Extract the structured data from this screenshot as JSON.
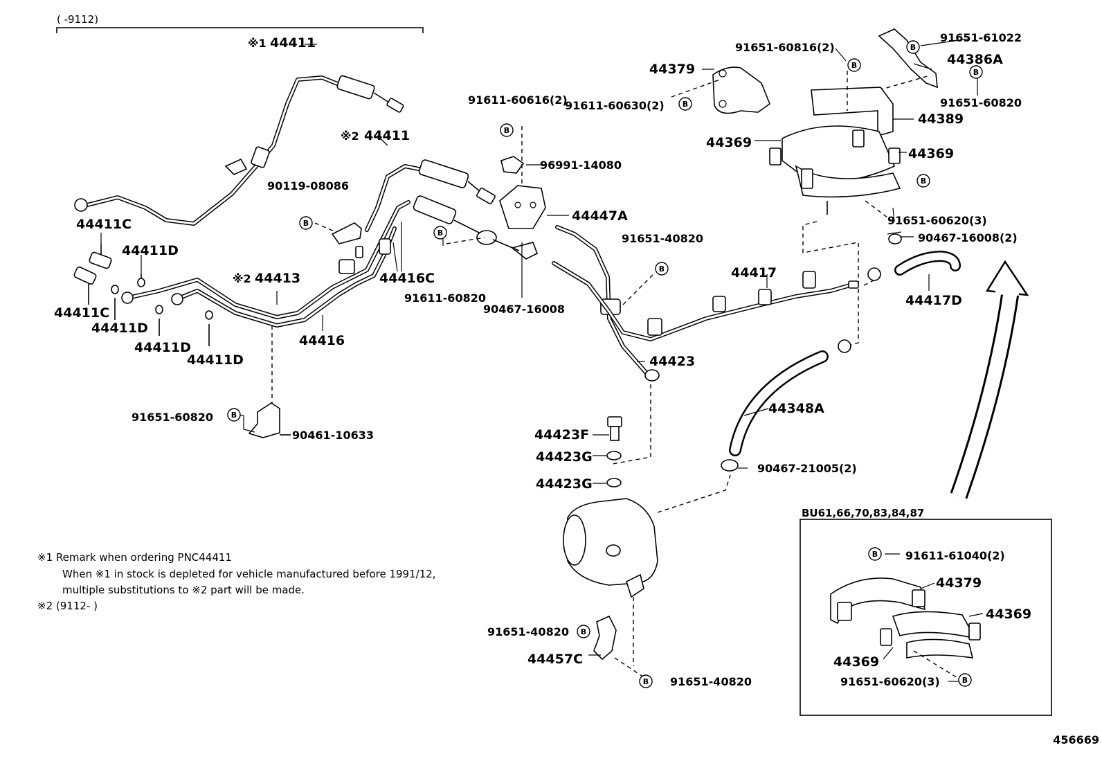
{
  "range_note": "(      -9112)",
  "callout_prefix_1": "※1",
  "callout_prefix_2": "※2",
  "bolt_symbol": "B",
  "labels": {
    "p44411_top": "44411",
    "p44411_mid": "44411",
    "p44411c_a": "44411C",
    "p44411c_b": "44411C",
    "p44411d_a": "44411D",
    "p44411d_b": "44411D",
    "p44411d_c": "44411D",
    "p44411d_d": "44411D",
    "p44413": "44413",
    "p44416": "44416",
    "p44416c": "44416C",
    "p90119": "90119-08086",
    "p91611_60820": "91611-60820",
    "p90467_16008_a": "90467-16008",
    "p91651_60820_a": "91651-60820",
    "p90461": "90461-10633",
    "p91611_60616": "91611-60616(2)",
    "p96991": "96991-14080",
    "p44447a": "44447A",
    "p91651_40820_a": "91651-40820",
    "p44423": "44423",
    "p44423f": "44423F",
    "p44423g_a": "44423G",
    "p44423g_b": "44423G",
    "p91651_40820_b": "91651-40820",
    "p44457c": "44457C",
    "p91651_40820_c": "91651-40820",
    "p44379": "44379",
    "p91611_60630": "91611-60630(2)",
    "p91651_60816": "91651-60816(2)",
    "p91651_61022": "91651-61022",
    "p44386a": "44386A",
    "p91651_60820_b": "91651-60820",
    "p44389": "44389",
    "p44369_a": "44369",
    "p44369_b": "44369",
    "p91651_60620": "91651-60620(3)",
    "p90467_16008_b": "90467-16008(2)",
    "p44417": "44417",
    "p44417d": "44417D",
    "p44348a": "44348A",
    "p90467_21005": "90467-21005(2)"
  },
  "inset": {
    "title": "BU61,66,70,83,84,87",
    "p91611_61040": "91611-61040(2)",
    "p44379": "44379",
    "p44369_a": "44369",
    "p44369_b": "44369",
    "p91651_60620": "91651-60620(3)"
  },
  "notes": {
    "line1": "※1 Remark when ordering PNC44411",
    "line2": "When ※1 in stock is depleted for vehicle manufactured before 1991/12,",
    "line3": "multiple substitutions to ※2 part will be made.",
    "line4": "※2 (9112-        )"
  },
  "figure_id": "456669"
}
